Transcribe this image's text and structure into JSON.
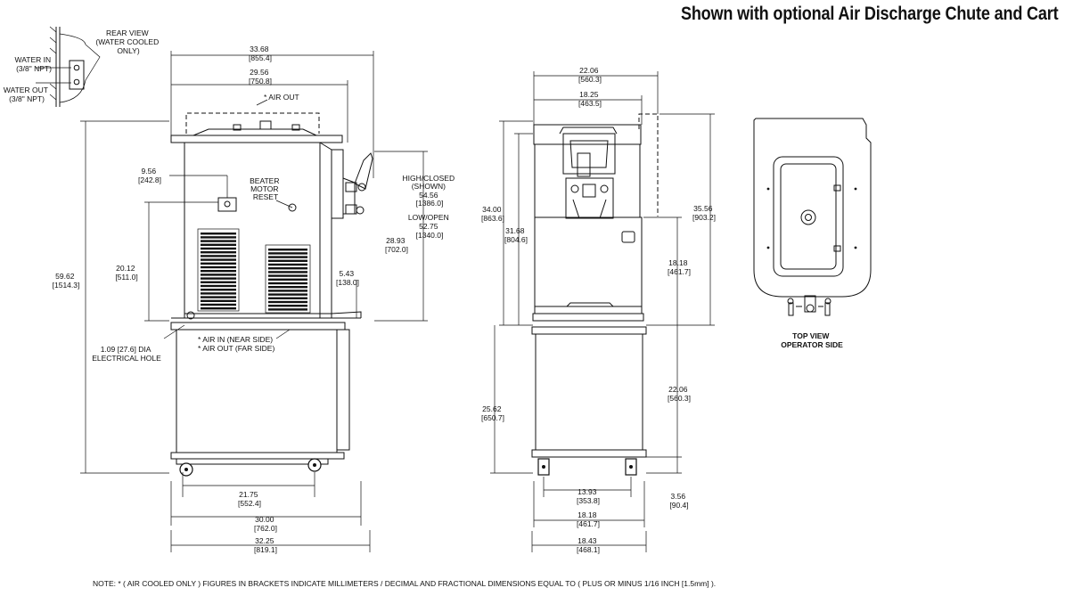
{
  "headline": "Shown with optional Air Discharge Chute and Cart",
  "rear_view": {
    "title": [
      "REAR VIEW",
      "(WATER COOLED",
      "ONLY)"
    ],
    "water_in": [
      "WATER IN",
      "(3/8\" NPT)"
    ],
    "water_out": [
      "WATER OUT",
      "(3/8\" NPT)"
    ]
  },
  "side_view": {
    "air_out_top": "* AIR OUT",
    "dim_width_top": [
      "33.68",
      "[855.4]"
    ],
    "dim_width_body": [
      "29.56",
      "[750.8]"
    ],
    "dim_reset_offset": [
      "9.56",
      "[242.8]"
    ],
    "beater_label": [
      "BEATER",
      "MOTOR",
      "RESET"
    ],
    "dim_height_total": [
      "59.62",
      "[1514.3]"
    ],
    "dim_reset_height": [
      "20.12",
      "[511.0]"
    ],
    "dim_spout": [
      "5.43",
      "[138.0]"
    ],
    "dim_body_height": [
      "28.93",
      "[702.0]"
    ],
    "high_closed": [
      "HIGH/CLOSED",
      "(SHOWN)",
      "54.56",
      "[1386.0]"
    ],
    "low_open": [
      "LOW/OPEN",
      "52.75",
      "[1340.0]"
    ],
    "electrical_hole": [
      "1.09  [27.6] DIA",
      "ELECTRICAL HOLE"
    ],
    "air_in_out": [
      "* AIR IN (NEAR SIDE)",
      "* AIR OUT (FAR SIDE)"
    ],
    "dim_caster": [
      "21.75",
      "[552.4]"
    ],
    "dim_cart": [
      "30.00",
      "[762.0]"
    ],
    "dim_overall": [
      "32.25",
      "[819.1]"
    ]
  },
  "front_view": {
    "dim_width_top": [
      "22.06",
      "[560.3]"
    ],
    "dim_width_body": [
      "18.25",
      "[463.5]"
    ],
    "dim_h1": [
      "34.00",
      "[863.6]"
    ],
    "dim_h2": [
      "31.68",
      "[804.6]"
    ],
    "dim_chute": [
      "35.56",
      "[903.2]"
    ],
    "dim_lower": [
      "18.18",
      "[461.7]"
    ],
    "dim_cart_height": [
      "25.62",
      "[650.7]"
    ],
    "dim_cart_upper": [
      "22.06",
      "[560.3]"
    ],
    "dim_caster_h": [
      "3.56",
      "[90.4]"
    ],
    "dim_caster_w": [
      "13.93",
      "[353.8]"
    ],
    "dim_cart_w": [
      "18.18",
      "[461.7]"
    ],
    "dim_base_w": [
      "18.43",
      "[468.1]"
    ]
  },
  "top_view": {
    "title": [
      "TOP VIEW",
      "OPERATOR SIDE"
    ]
  },
  "note": "NOTE:  * ( AIR COOLED ONLY )  FIGURES IN BRACKETS INDICATE MILLIMETERS / DECIMAL AND FRACTIONAL DIMENSIONS EQUAL TO ( PLUS OR MINUS 1/16 INCH [1.5mm] )."
}
